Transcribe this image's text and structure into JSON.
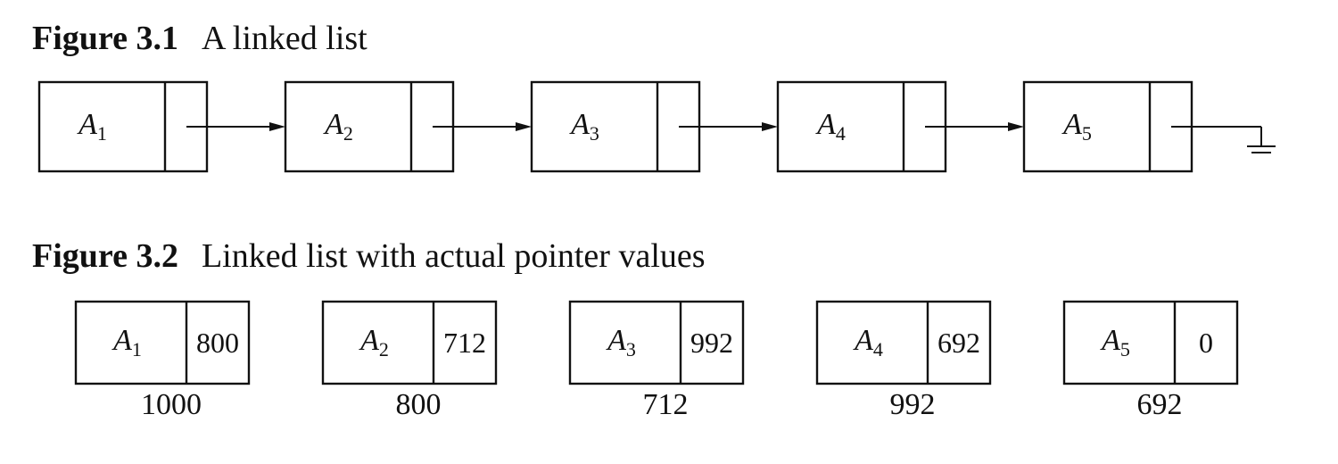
{
  "figure1": {
    "number": "Figure 3.1",
    "caption": "A linked list",
    "nodes": [
      {
        "letter": "A",
        "sub": "1"
      },
      {
        "letter": "A",
        "sub": "2"
      },
      {
        "letter": "A",
        "sub": "3"
      },
      {
        "letter": "A",
        "sub": "4"
      },
      {
        "letter": "A",
        "sub": "5"
      }
    ]
  },
  "figure2": {
    "number": "Figure 3.2",
    "caption": "Linked list with actual pointer values",
    "nodes": [
      {
        "letter": "A",
        "sub": "1",
        "next": "800",
        "address": "1000"
      },
      {
        "letter": "A",
        "sub": "2",
        "next": "712",
        "address": "800"
      },
      {
        "letter": "A",
        "sub": "3",
        "next": "992",
        "address": "712"
      },
      {
        "letter": "A",
        "sub": "4",
        "next": "692",
        "address": "992"
      },
      {
        "letter": "A",
        "sub": "5",
        "next": "0",
        "address": "692"
      }
    ]
  }
}
